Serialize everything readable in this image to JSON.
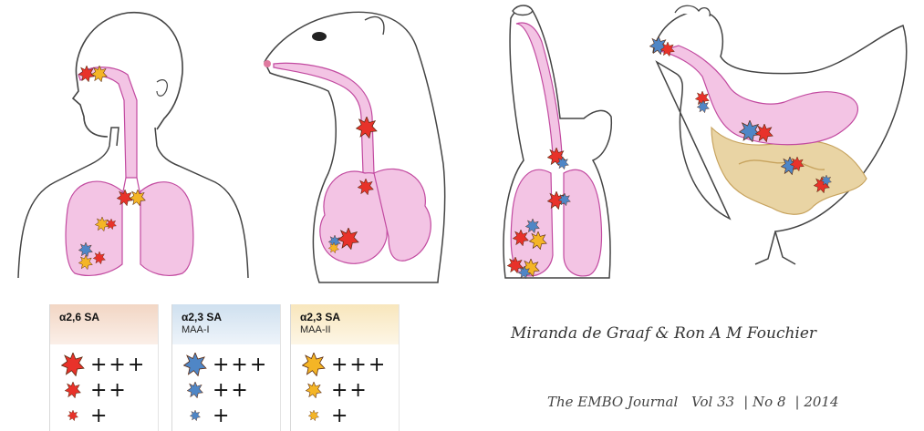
{
  "legend": [
    {
      "title": "α2,6 SA",
      "subtitle": "",
      "color": "#e8322a",
      "header_bg": "#f2d6c4",
      "levels": [
        "+++",
        "++",
        "+"
      ]
    },
    {
      "title": "α2,3 SA",
      "subtitle": "MAA-I",
      "color": "#4f86c6",
      "header_bg": "#cfe0ef",
      "levels": [
        "+++",
        "++",
        "+"
      ]
    },
    {
      "title": "α2,3 SA",
      "subtitle": "MAA-II",
      "color": "#f4b526",
      "header_bg": "#f8e6bc",
      "levels": [
        "+++",
        "++",
        "+"
      ]
    }
  ],
  "credit": "Miranda de Graaf & Ron A M Fouchier",
  "journal": {
    "name": "The EMBO Journal",
    "volume": "Vol 33",
    "number": "No 8",
    "year": "2014"
  },
  "illustrations": [
    "human",
    "ferret",
    "pig",
    "chicken"
  ],
  "colors": {
    "tissue_pink": "#f3c4e4",
    "tissue_outline": "#c24aa0",
    "gut_tan": "#e9d4a4",
    "sketch": "#444444"
  }
}
